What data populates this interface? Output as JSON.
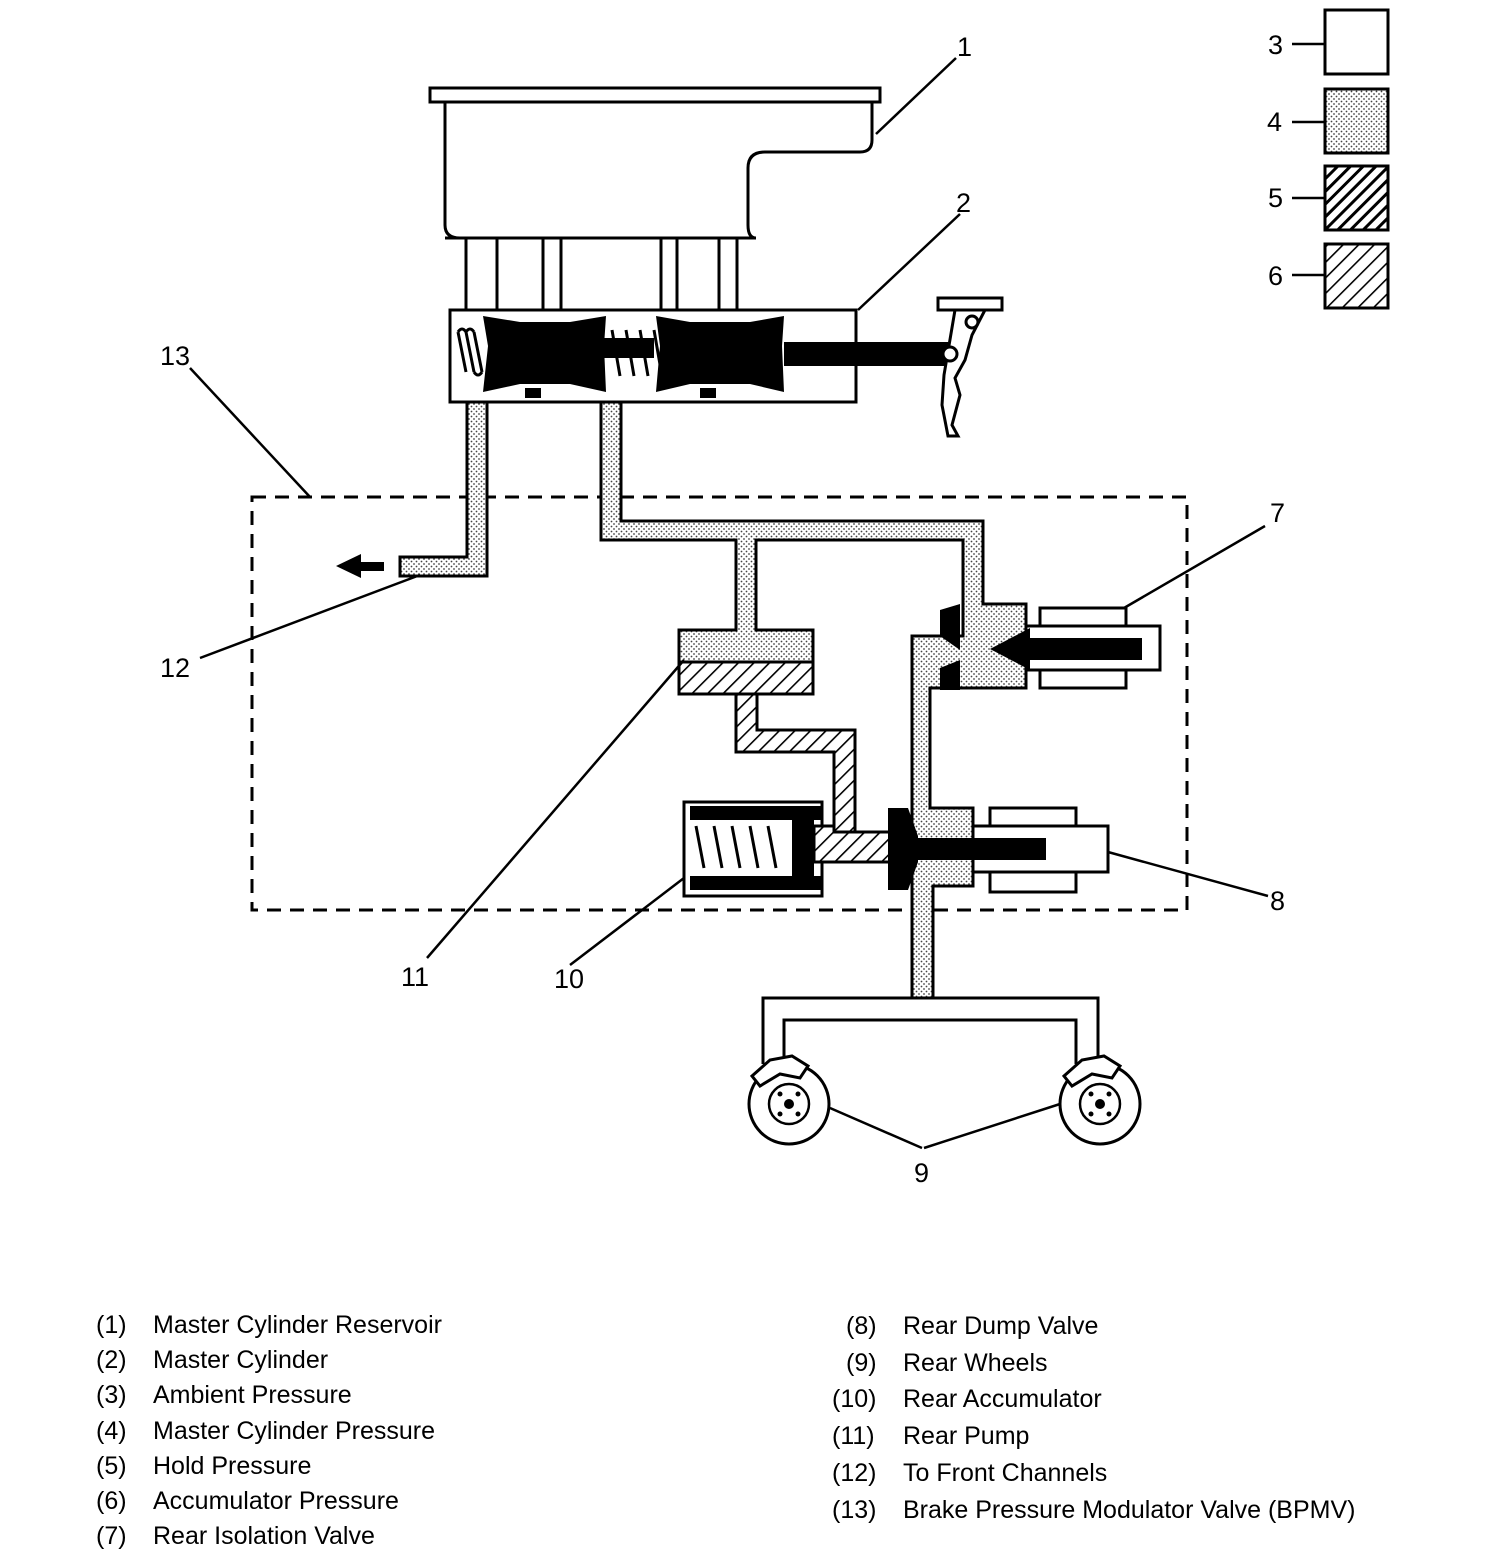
{
  "callouts": {
    "c1": "1",
    "c2": "2",
    "c3": "3",
    "c4": "4",
    "c5": "5",
    "c6": "6",
    "c7": "7",
    "c8": "8",
    "c9": "9",
    "c10": "10",
    "c11": "11",
    "c12": "12",
    "c13": "13"
  },
  "legend": {
    "left": [
      {
        "num": "(1)",
        "text": "Master Cylinder Reservoir"
      },
      {
        "num": "(2)",
        "text": "Master Cylinder"
      },
      {
        "num": "(3)",
        "text": "Ambient Pressure"
      },
      {
        "num": "(4)",
        "text": "Master Cylinder Pressure"
      },
      {
        "num": "(5)",
        "text": "Hold Pressure"
      },
      {
        "num": "(6)",
        "text": "Accumulator Pressure"
      },
      {
        "num": "(7)",
        "text": "Rear Isolation Valve"
      }
    ],
    "right": [
      {
        "num": "(8)",
        "text": "Rear Dump Valve"
      },
      {
        "num": "(9)",
        "text": "Rear Wheels"
      },
      {
        "num": "(10)",
        "text": "Rear Accumulator"
      },
      {
        "num": "(11)",
        "text": "Rear Pump"
      },
      {
        "num": "(12)",
        "text": "To Front Channels"
      },
      {
        "num": "(13)",
        "text": "Brake Pressure Modulator Valve (BPMV)"
      }
    ]
  },
  "colors": {
    "line": "#000000",
    "background": "#ffffff",
    "stipple_dot": "#555555"
  }
}
